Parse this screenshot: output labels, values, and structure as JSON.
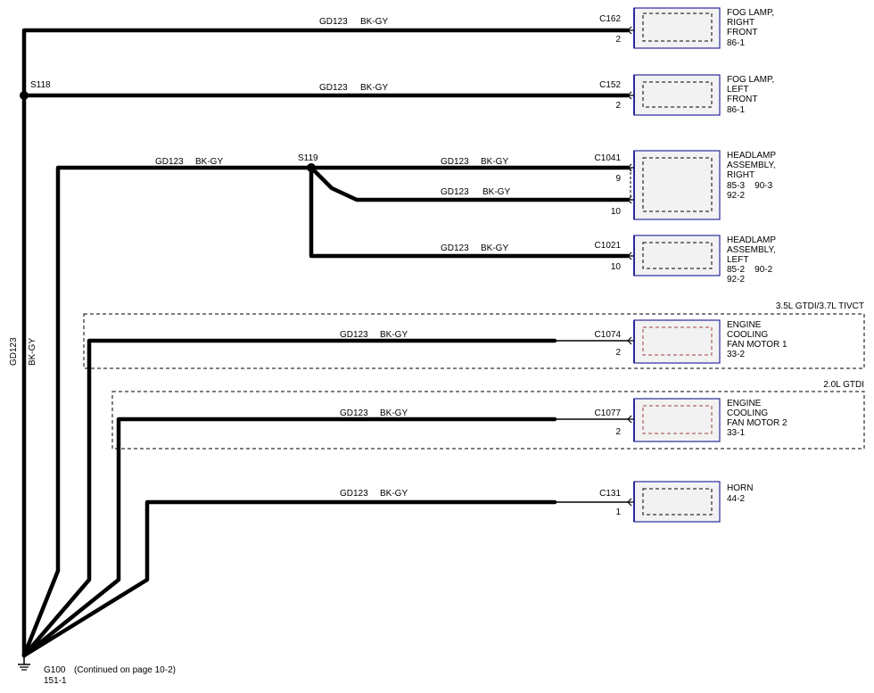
{
  "wire_circuit": "GD123",
  "wire_color": "BK-GY",
  "vertical_wire": {
    "circuit": "GD123",
    "color": "BK-GY"
  },
  "splices": {
    "s118": "S118",
    "s119": "S119"
  },
  "ground": {
    "label": "G100",
    "note": "(Continued on page 10-2)",
    "ref": "151-1"
  },
  "option_groups": [
    {
      "label": "3.5L GTDI/3.7L TIVCT"
    },
    {
      "label": "2.0L GTDI"
    }
  ],
  "components": [
    {
      "connector": "C162",
      "pin": "2",
      "name_lines": [
        "FOG LAMP,",
        "RIGHT",
        "FRONT",
        "86-1"
      ]
    },
    {
      "connector": "C152",
      "pin": "2",
      "name_lines": [
        "FOG LAMP,",
        "LEFT",
        "FRONT",
        "86-1"
      ]
    },
    {
      "connector": "C1041",
      "pins": [
        "9",
        "10"
      ],
      "name_lines": [
        "HEADLAMP",
        "ASSEMBLY,",
        "RIGHT",
        "85-3    90-3",
        "92-2"
      ]
    },
    {
      "connector": "C1021",
      "pin": "10",
      "name_lines": [
        "HEADLAMP",
        "ASSEMBLY,",
        "LEFT",
        "85-2    90-2",
        "92-2"
      ]
    },
    {
      "connector": "C1074",
      "pin": "2",
      "name_lines": [
        "ENGINE",
        "COOLING",
        "FAN MOTOR 1",
        "33-2"
      ]
    },
    {
      "connector": "C1077",
      "pin": "2",
      "name_lines": [
        "ENGINE",
        "COOLING",
        "FAN MOTOR 2",
        "33-1"
      ]
    },
    {
      "connector": "C131",
      "pin": "1",
      "name_lines": [
        "HORN",
        "44-2"
      ]
    }
  ]
}
